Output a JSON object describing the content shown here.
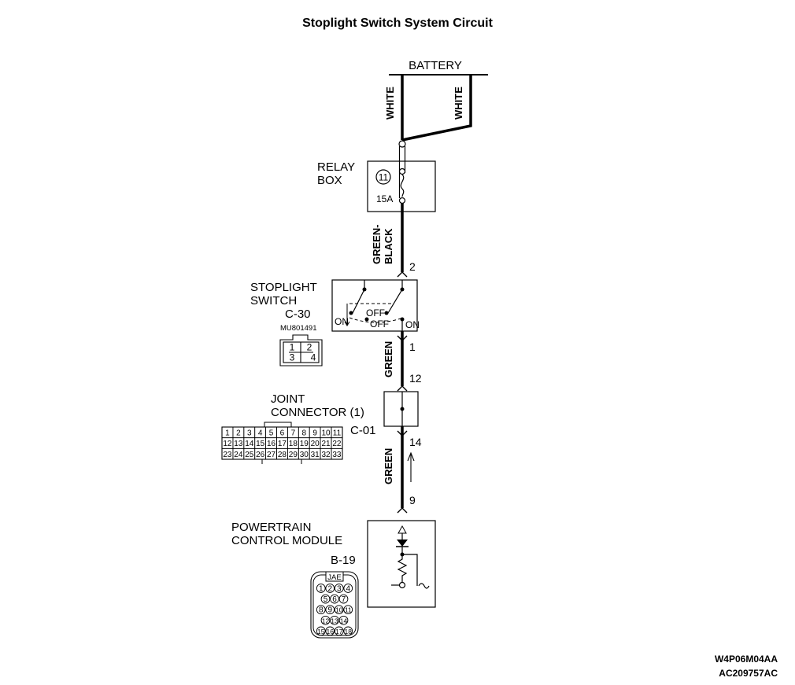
{
  "title": "Stoplight Switch System Circuit",
  "battery": {
    "label": "BATTERY",
    "wire_left": "WHITE",
    "wire_right": "WHITE"
  },
  "relay_box": {
    "line1": "RELAY",
    "line2": "BOX",
    "fuse_number": "11",
    "fuse_rating": "15A",
    "out_wire_line1": "GREEN-",
    "out_wire_line2": "BLACK"
  },
  "stoplight_switch": {
    "line1": "STOPLIGHT",
    "line2": "SWITCH",
    "connector": "C-30",
    "part_number": "MU801491",
    "pin_in": "2",
    "pin_out": "1",
    "state_on_left": "ON",
    "state_off_upper": "OFF",
    "state_off_lower": "OFF",
    "state_on_right": "ON",
    "face_pins": [
      "1",
      "2",
      "3",
      "4"
    ]
  },
  "wire_1": "GREEN",
  "joint_connector": {
    "line1": "JOINT",
    "line2": "CONNECTOR (1)",
    "connector": "C-01",
    "pin_in": "12",
    "pin_out": "14",
    "face_rows": [
      [
        "1",
        "2",
        "3",
        "4",
        "5",
        "6",
        "7",
        "8",
        "9",
        "10",
        "11"
      ],
      [
        "12",
        "13",
        "14",
        "15",
        "16",
        "17",
        "18",
        "19",
        "20",
        "21",
        "22"
      ],
      [
        "23",
        "24",
        "25",
        "26",
        "27",
        "28",
        "29",
        "30",
        "31",
        "32",
        "33"
      ]
    ]
  },
  "wire_2": "GREEN",
  "pcm": {
    "line1": "POWERTRAIN",
    "line2": "CONTROL MODULE",
    "connector": "B-19",
    "pin": "9",
    "header": "JAE",
    "face_rows": [
      [
        "1",
        "2",
        "3",
        "4"
      ],
      [
        "5",
        "6",
        "7"
      ],
      [
        "8",
        "9",
        "10",
        "11"
      ],
      [
        "12",
        "13",
        "14"
      ],
      [
        "15",
        "16",
        "17",
        "18"
      ]
    ]
  },
  "codes": {
    "line1": "W4P06M04AA",
    "line2": "AC209757AC"
  }
}
